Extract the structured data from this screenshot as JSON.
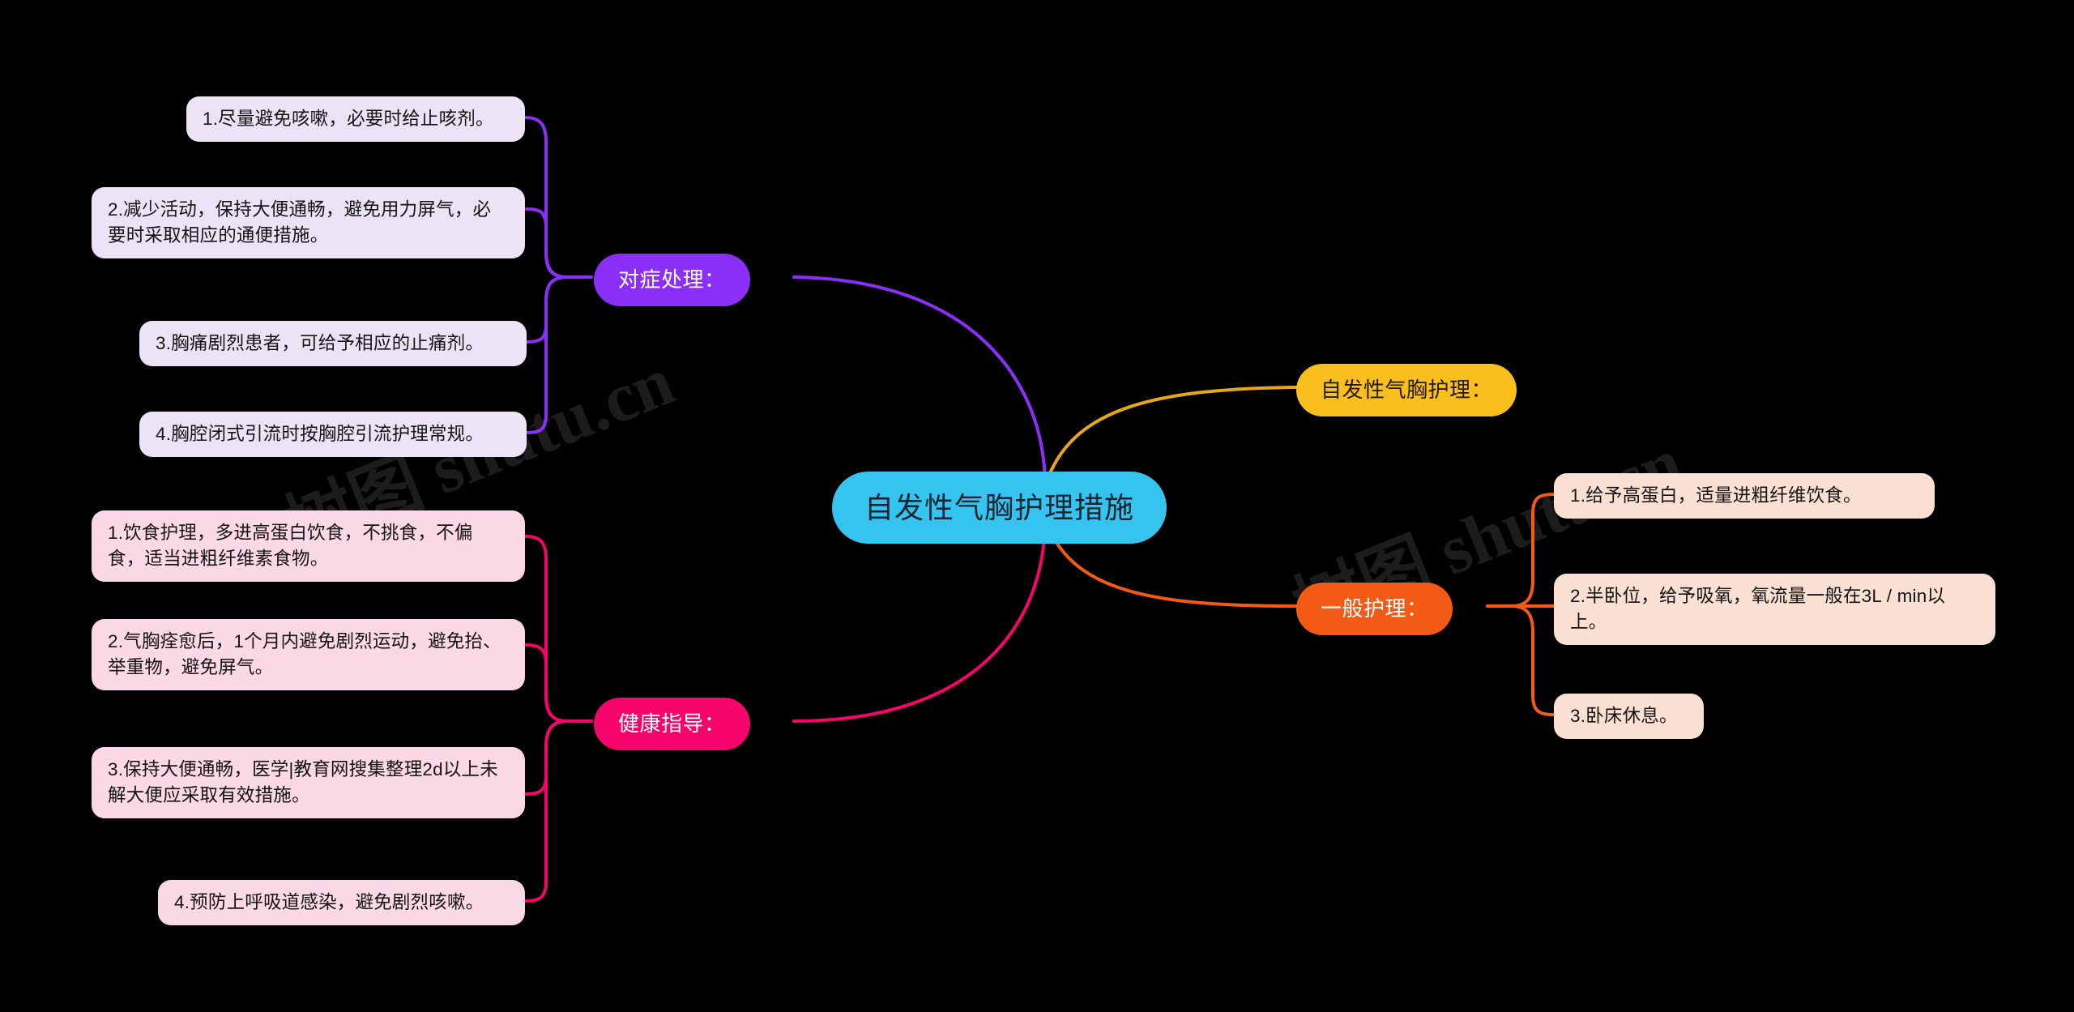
{
  "watermark": {
    "text_left": "树图 shutu.cn",
    "text_right": "树图 shutu.cn"
  },
  "colors": {
    "background": "#000000",
    "root": "#35c4f0",
    "purple": "#8b2ff8",
    "pink": "#f5056b",
    "gold": "#f9bf1c",
    "orange": "#f25a16",
    "leaf_lavender": "#ece3f7",
    "leaf_rose": "#fbd8e6",
    "leaf_peach": "#fae0d2"
  },
  "mindmap": {
    "root": {
      "label": "自发性气胸护理措施"
    },
    "branches": [
      {
        "id": "duizheng",
        "label": "对症处理：",
        "color": "#8b2ff8",
        "side": "left",
        "children": [
          {
            "label": "1.尽量避免咳嗽，必要时给止咳剂。"
          },
          {
            "label": "2.减少活动，保持大便通畅，避免用力屏气，必要时采取相应的通便措施。"
          },
          {
            "label": "3.胸痛剧烈患者，可给予相应的止痛剂。"
          },
          {
            "label": "4.胸腔闭式引流时按胸腔引流护理常规。"
          }
        ]
      },
      {
        "id": "jiankang",
        "label": "健康指导：",
        "color": "#f5056b",
        "side": "left",
        "children": [
          {
            "label": "1.饮食护理，多进高蛋白饮食，不挑食，不偏食，适当进粗纤维素食物。"
          },
          {
            "label": "2.气胸痊愈后，1个月内避免剧烈运动，避免抬、举重物，避免屏气。"
          },
          {
            "label": "3.保持大便通畅，医学|教育网搜集整理2d以上未解大便应采取有效措施。"
          },
          {
            "label": "4.预防上呼吸道感染，避免剧烈咳嗽。"
          }
        ]
      },
      {
        "id": "zifaxing",
        "label": "自发性气胸护理：",
        "color": "#f9bf1c",
        "side": "right",
        "children": []
      },
      {
        "id": "yiban",
        "label": "一般护理：",
        "color": "#f25a16",
        "side": "right",
        "children": [
          {
            "label": "1.给予高蛋白，适量进粗纤维饮食。"
          },
          {
            "label": "2.半卧位，给予吸氧，氧流量一般在3L / min以上。"
          },
          {
            "label": "3.卧床休息。"
          }
        ]
      }
    ]
  }
}
